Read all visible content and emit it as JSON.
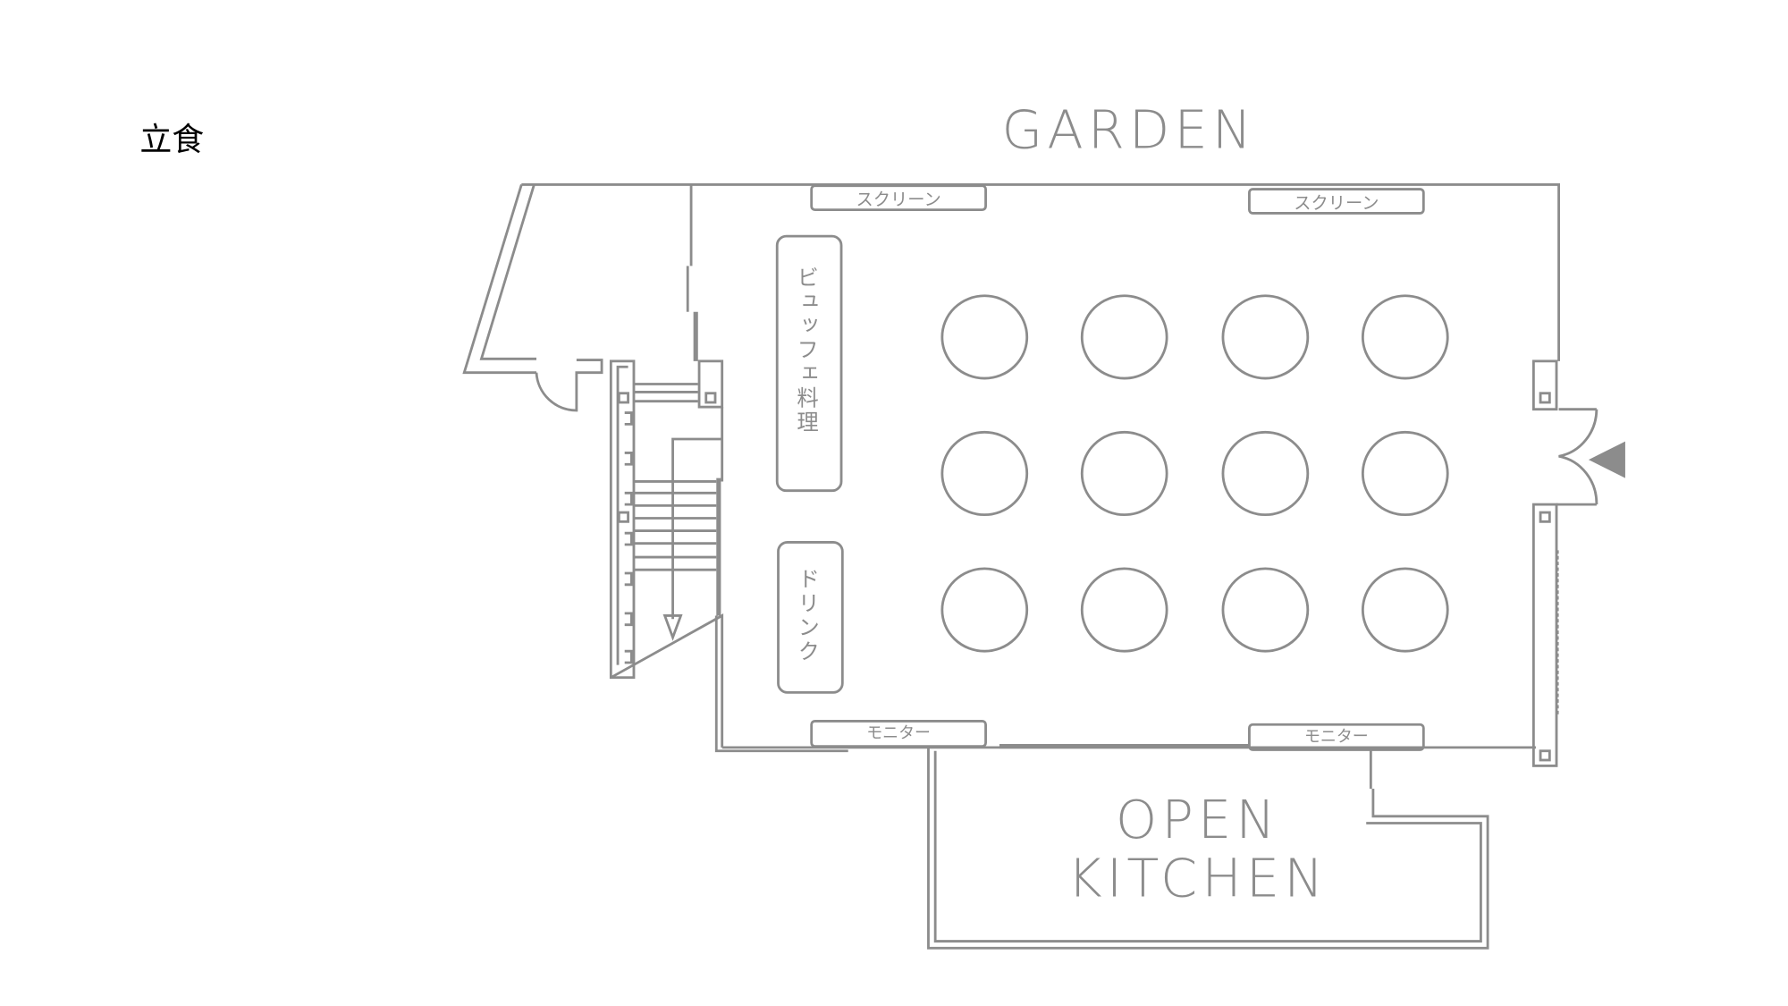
{
  "title": "立食",
  "labels": {
    "garden": "GARDEN",
    "open_kitchen_line1": "OPEN",
    "open_kitchen_line2": "KITCHEN",
    "screen_left": "スクリーン",
    "screen_right": "スクリーン",
    "monitor_left": "モニター",
    "monitor_right": "モニター",
    "buffet": "ビュッフェ料理",
    "drink": "ドリンク"
  },
  "tables": {
    "rows": 3,
    "columns": 4
  },
  "colors": {
    "line": "#8c8c8c",
    "text": "#000000"
  }
}
